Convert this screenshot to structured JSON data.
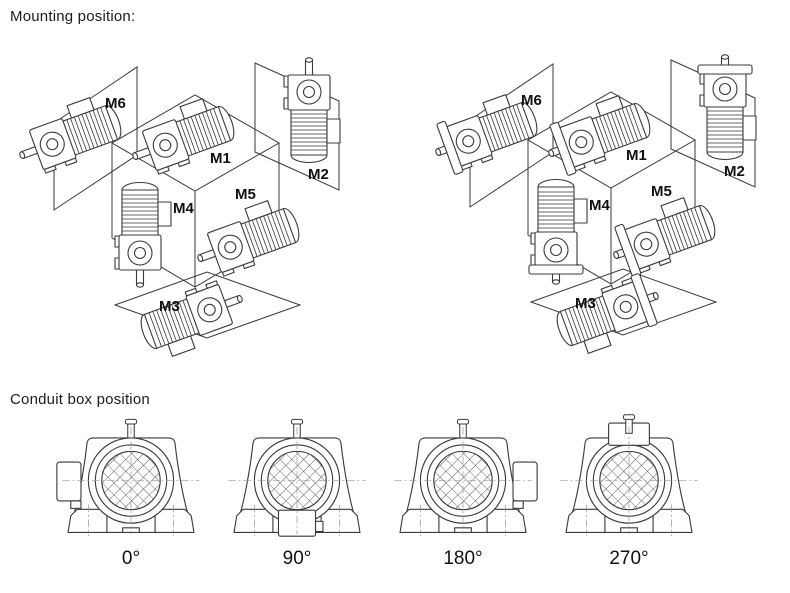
{
  "page": {
    "mounting_heading": "Mounting position:",
    "conduit_heading": "Conduit box position"
  },
  "mounting": {
    "left_diagram": {
      "variant": "foot-mounted helical gear motor",
      "m1": "M1",
      "m2": "M2",
      "m3": "M3",
      "m4": "M4",
      "m5": "M5",
      "m6": "M6"
    },
    "right_diagram": {
      "variant": "flange-mounted helical gear motor",
      "m1": "M1",
      "m2": "M2",
      "m3": "M3",
      "m4": "M4",
      "m5": "M5",
      "m6": "M6"
    }
  },
  "conduit": {
    "positions": [
      {
        "angle": "0°",
        "box_side": "left"
      },
      {
        "angle": "90°",
        "box_side": "bottom"
      },
      {
        "angle": "180°",
        "box_side": "right"
      },
      {
        "angle": "270°",
        "box_side": "top"
      }
    ]
  },
  "colors": {
    "line": "#3a3a3a",
    "centerline": "#999999",
    "text": "#111111",
    "background": "#ffffff"
  }
}
